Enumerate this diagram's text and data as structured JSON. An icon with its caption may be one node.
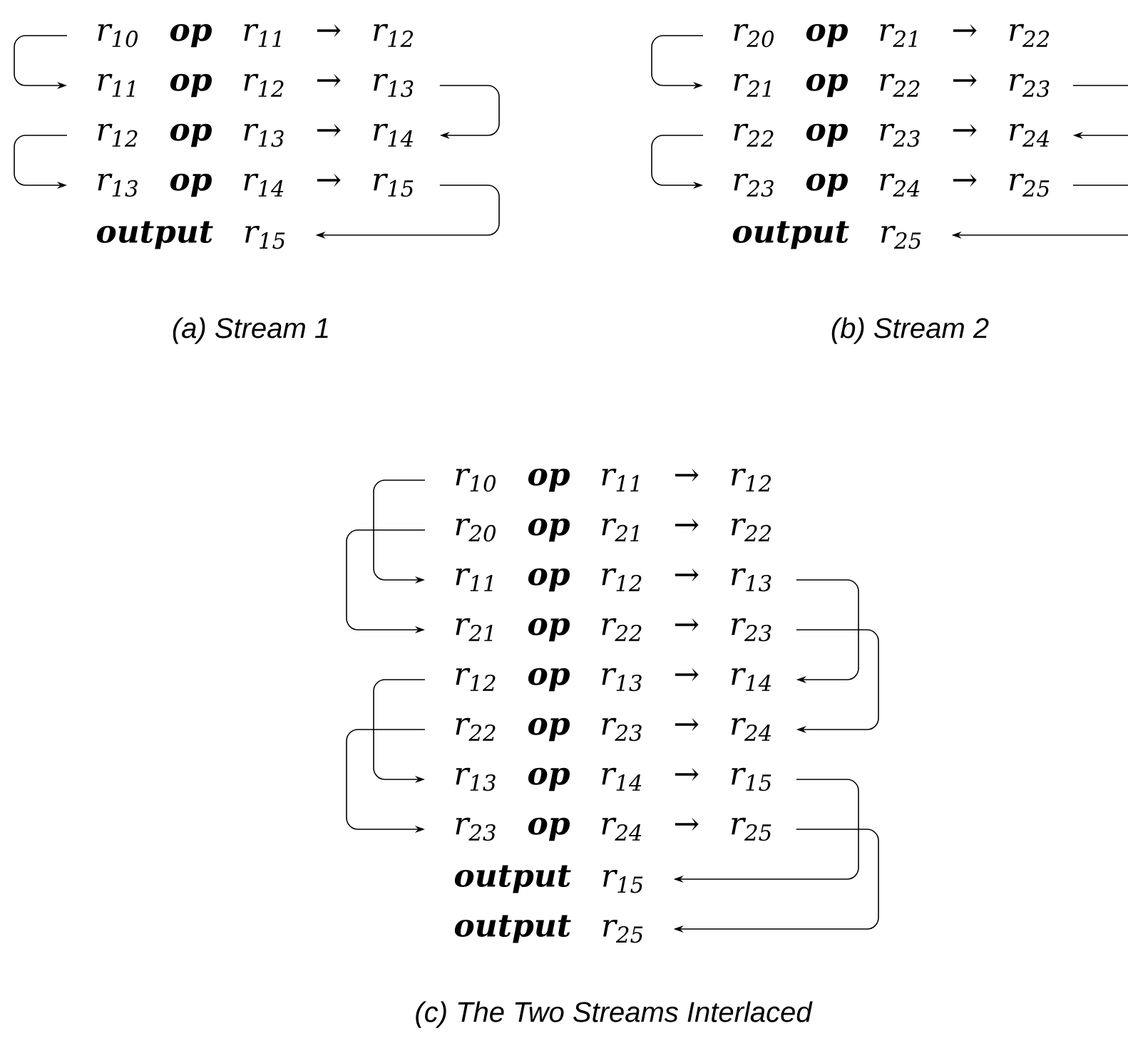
{
  "diagram": {
    "nodes": [
      {
        "text": [
          "r$_{10}$ **op** r$_{11}$ → r$_{12}$"
        ]
      },
      {
        "text": [
          "r$_{11}$ **op** r$_{12}$ → r$_{13}$"
        ]
      },
      {
        "text": [
          "r$_{12}$ **op** r$_{13}$ → r$_{14}$"
        ]
      },
      {
        "text": [
          "r$_{13}$ **op** r$_{14}$ → r$_{15}$"
        ]
      },
      {
        "text": [
          "**output** r$_{15}$"
        ]
      },
      {
        "text": [
          "r$_{20}$ **op** r$_{21}$ → r$_{22}$"
        ]
      },
      {
        "text": [
          "r$_{21}$ **op** r$_{22}$ → r$_{23}$"
        ]
      },
      {
        "text": [
          "r$_{22}$ **op** r$_{23}$ → r$_{24}$"
        ]
      },
      {
        "text": [
          "r$_{23}$ **op** r$_{24}$ → r$_{25}$"
        ]
      },
      {
        "text": [
          "**output** r$_{25}$"
        ]
      },
      {
        "text": [
          "r$_{10}$ **op** r$_{11}$ → r$_{12}$"
        ]
      },
      {
        "text": [
          "r$_{20}$ **op** r$_{21}$ → r$_{22}$"
        ]
      },
      {
        "text": [
          "r$_{11}$ **op** r$_{12}$ → r$_{13}$"
        ]
      },
      {
        "text": [
          "r$_{21}$ **op** r$_{22}$ → r$_{23}$"
        ]
      },
      {
        "text": [
          "r$_{12}$ **op** r$_{13}$ → r$_{14}$"
        ]
      },
      {
        "text": [
          "r$_{22}$ **op** r$_{23}$ → r$_{24}$"
        ]
      },
      {
        "text": [
          "r$_{13}$ **op** r$_{14}$ → r$_{15}$"
        ]
      },
      {
        "text": [
          "r$_{23}$ **op** r$_{24}$ → r$_{25}$"
        ]
      },
      {
        "text": [
          "**output** r$_{15}$"
        ]
      },
      {
        "text": [
          "**output** r$_{25}$"
        ]
      }
    ],
    "edges": [
      {
        "from": 0,
        "to": 1,
        "arrow": "to"
      },
      {
        "from": 2,
        "to": 3,
        "arrow": "to"
      },
      {
        "from": 1,
        "to": 2,
        "arrow": "to"
      },
      {
        "from": 3,
        "to": 4,
        "arrow": "to"
      },
      {
        "from": 5,
        "to": 6,
        "arrow": "to"
      },
      {
        "from": 7,
        "to": 8,
        "arrow": "to"
      },
      {
        "from": 6,
        "to": null,
        "arrow": "none"
      },
      {
        "from": null,
        "to": 7,
        "arrow": "to"
      },
      {
        "from": 8,
        "to": null,
        "arrow": "none"
      },
      {
        "from": null,
        "to": 9,
        "arrow": "to"
      },
      {
        "from": 10,
        "to": 12,
        "arrow": "to"
      },
      {
        "from": 11,
        "to": 13,
        "arrow": "to"
      },
      {
        "from": 14,
        "to": 16,
        "arrow": "to"
      },
      {
        "from": 15,
        "to": 17,
        "arrow": "to"
      },
      {
        "from": 12,
        "to": 14,
        "arrow": "to"
      },
      {
        "from": 13,
        "to": 15,
        "arrow": "to"
      },
      {
        "from": 16,
        "to": 18,
        "arrow": "to"
      },
      {
        "from": 17,
        "to": 19,
        "arrow": "to"
      }
    ],
    "labels": [
      "(a) Stream 1",
      "(b) Stream 2",
      "(c) The Two Streams Interlaced"
    ]
  }
}
